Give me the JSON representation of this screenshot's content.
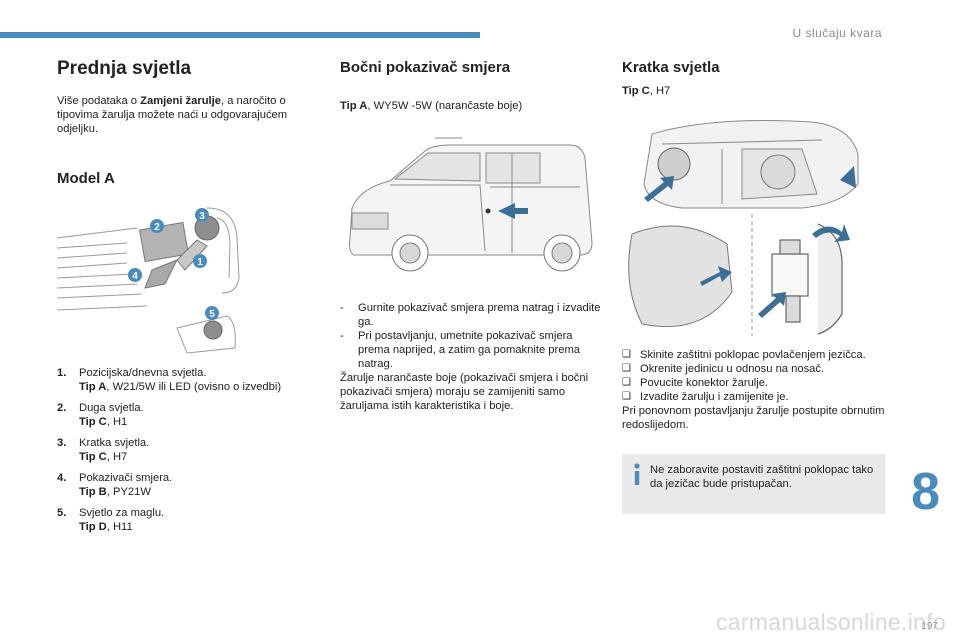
{
  "header": {
    "section_title": "U slučaju kvara",
    "tab_number": "8",
    "page_number": "197"
  },
  "col1": {
    "title": "Prednja svjetla",
    "intro_before": "Više podataka o ",
    "intro_bold": "Zamjeni žarulje",
    "intro_after": ", a naročito o tipovima žarulja možete naći u odgovarajućem odjeljku.",
    "model_title": "Model A",
    "callouts": [
      "1",
      "2",
      "3",
      "4",
      "5"
    ],
    "items": [
      {
        "num": "1.",
        "name": "Pozicijska/dnevna svjetla.",
        "tip": "Tip A",
        "value": ", W21/5W ili LED (ovisno o izvedbi)"
      },
      {
        "num": "2.",
        "name": "Duga svjetla.",
        "tip": "Tip C",
        "value": ", H1"
      },
      {
        "num": "3.",
        "name": "Kratka svjetla.",
        "tip": "Tip C",
        "value": ", H7"
      },
      {
        "num": "4.",
        "name": "Pokazivači smjera.",
        "tip": "Tip B",
        "value": ", PY21W"
      },
      {
        "num": "5.",
        "name": "Svjetlo za maglu.",
        "tip": "Tip D",
        "value": ", H11"
      }
    ]
  },
  "col2": {
    "title": "Bočni pokazivač smjera",
    "tip": "Tip A",
    "tip_value": ", WY5W -5W (narančaste boje)",
    "steps": [
      "Gurnite pokazivač smjera prema natrag i izvadite ga.",
      "Pri postavljanju, umetnite pokazivač smjera prema naprijed, a zatim ga pomaknite prema natrag."
    ],
    "dash": "-",
    "note": "Žarulje narančaste boje (pokazivači smjera i bočni pokazivači smjera) moraju se zamijeniti samo žaruljama istih karakteristika i boje."
  },
  "col3": {
    "title": "Kratka svjetla",
    "tip": "Tip C",
    "tip_value": ", H7",
    "check": "❑",
    "steps": [
      "Skinite zaštitni poklopac povlačenjem jezičca.",
      "Okrenite jedinicu u odnosu na nosač.",
      "Povucite konektor žarulje.",
      "Izvadite žarulju i zamijenite je."
    ],
    "closing": "Pri ponovnom postavljanju žarulje postupite obrnutim redoslijedom.",
    "info_note": "Ne zaboravite postaviti zaštitni poklopac tako da jezičac bude pristupačan."
  },
  "watermark": "carmanualsonline.info",
  "colors": {
    "accent": "#4a8bbd",
    "note_bg": "#e9e9e9",
    "arrow": "#3c6f96"
  }
}
